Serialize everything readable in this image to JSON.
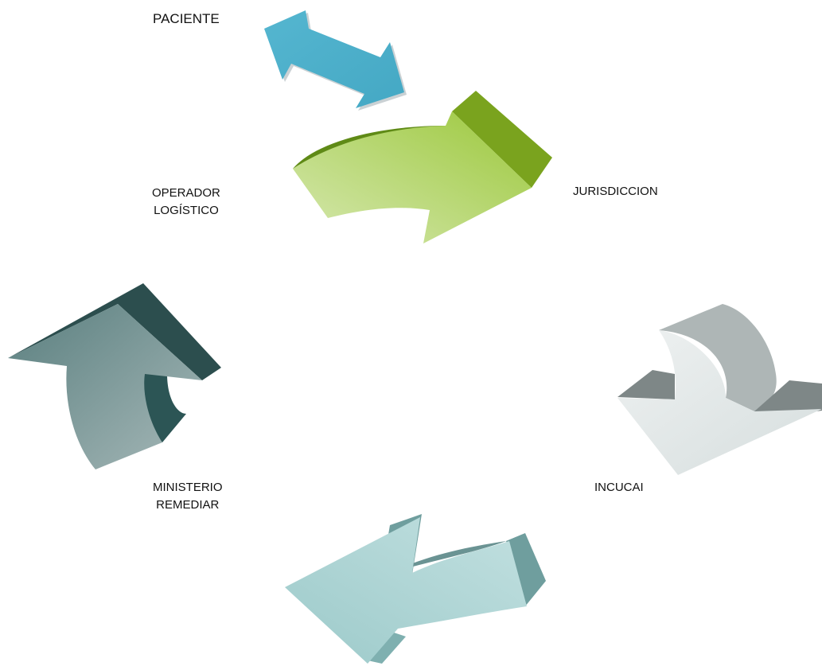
{
  "labels": {
    "paciente": [
      "PACIENTE"
    ],
    "jurisdiccion": [
      "JURISDICCION"
    ],
    "operador": [
      "OPERADOR",
      "LOGÍSTICO"
    ],
    "incucai": [
      "INCUCAI"
    ],
    "ministerio": [
      "MINISTERIO",
      "REMEDIAR"
    ]
  },
  "arrows": [
    {
      "name": "paciente-double-arrow-icon",
      "color": "#4bacc6"
    },
    {
      "name": "green-curved-arrow-icon",
      "color": "#8fbf2a"
    },
    {
      "name": "silver-curved-arrow-icon",
      "color": "#c9d1d1"
    },
    {
      "name": "teal-curved-arrow-icon",
      "color": "#93c2c2"
    },
    {
      "name": "slate-curved-arrow-icon",
      "color": "#4e7474"
    }
  ]
}
